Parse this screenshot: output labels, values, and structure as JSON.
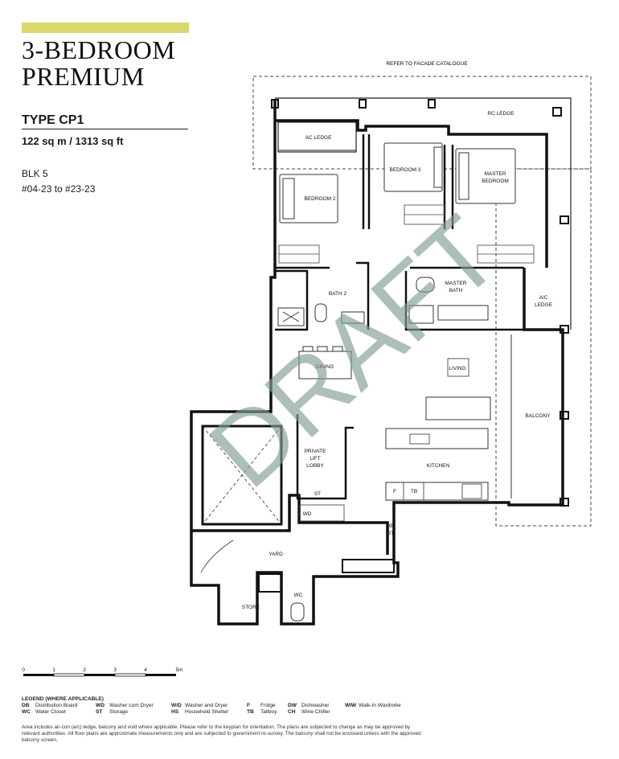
{
  "header": {
    "title_line1": "3-BEDROOM",
    "title_line2": "PREMIUM",
    "type": "TYPE CP1",
    "area": "122 sq m / 1313 sq ft",
    "block": "BLK 5",
    "units": "#04-23 to #23-23"
  },
  "plan": {
    "facade_note": "REFER TO FACADE CATALOGUE",
    "watermark": "DRAFT",
    "rooms": {
      "rc_ledge": "RC LEDGE",
      "ac_ledge_top": "AC LEDGE",
      "bedroom3": "BEDROOM 3",
      "master_bedroom_1": "MASTER",
      "master_bedroom_2": "BEDROOM",
      "bedroom2": "BEDROOM 2",
      "bath2": "BATH 2",
      "master_bath_1": "MASTER",
      "master_bath_2": "BATH",
      "ac_ledge_right_1": "A/C",
      "ac_ledge_right_2": "LEDGE",
      "dining": "DINING",
      "living": "LIVING",
      "balcony": "BALCONY",
      "private_lift_1": "PRIVATE",
      "private_lift_2": "LIFT",
      "private_lift_3": "LOBBY",
      "kitchen": "KITCHEN",
      "st_lobby": "ST",
      "wd": "WD",
      "f": "F",
      "tb": "TB",
      "db_1": "DB/",
      "db_2": "ST",
      "yard": "YARD",
      "store": "STORE",
      "wc": "WC"
    }
  },
  "scale": {
    "ticks": [
      "0",
      "1",
      "2",
      "3",
      "4",
      "5m"
    ]
  },
  "legend": {
    "heading": "LEGEND (WHERE APPLICABLE)",
    "items": [
      {
        "code": "DB",
        "text": "Distribution Board"
      },
      {
        "code": "WC",
        "text": "Water Closet"
      },
      {
        "code": "WD",
        "text": "Washer cum Dryer"
      },
      {
        "code": "ST",
        "text": "Storage"
      },
      {
        "code": "W/D",
        "text": "Washer and Dryer"
      },
      {
        "code": "HS",
        "text": "Household Shelter"
      },
      {
        "code": "F",
        "text": "Fridge"
      },
      {
        "code": "TB",
        "text": "Tallboy"
      },
      {
        "code": "DW",
        "text": "Dishwasher"
      },
      {
        "code": "CH",
        "text": "Wine Chiller"
      },
      {
        "code": "WIW",
        "text": "Walk-In Wardrobe"
      }
    ]
  },
  "disclaimer": "Area includes air-con (a/c) ledge, balcony and void where applicable. Please refer to the keyplan for orientation. The plans are subjected to change as may be approved by relevant authorities. All floor plans are approximate measurements only and are subjected to government re-survey. The balcony shall not be enclosed unless with the approved balcony screen.",
  "colors": {
    "accent": "#d9d86a",
    "wall": "#1a1a1a",
    "watermark": "#7f9c93"
  }
}
